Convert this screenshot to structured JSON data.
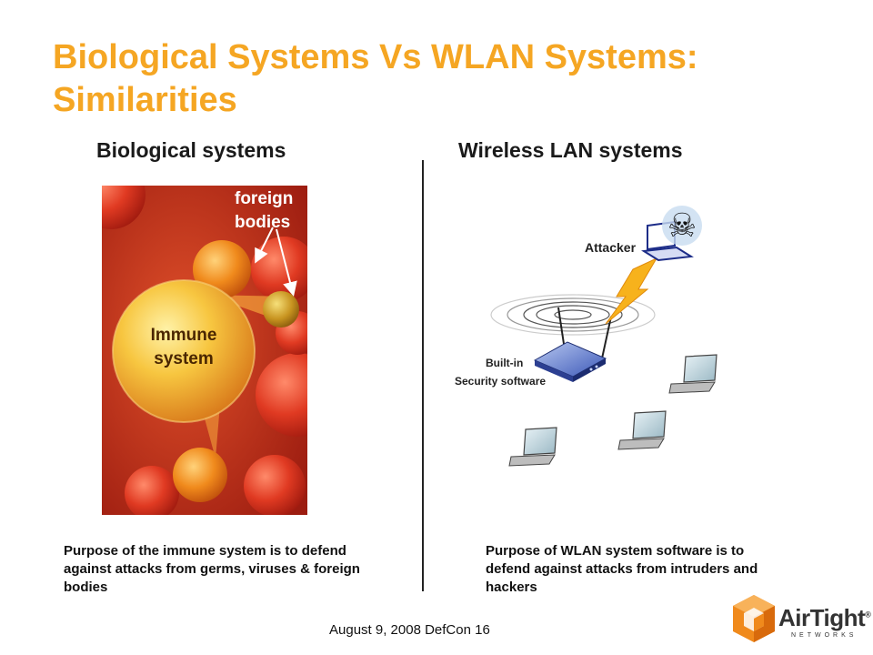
{
  "slide": {
    "title": "Biological Systems Vs WLAN Systems: Similarities",
    "left_heading": "Biological systems",
    "right_heading": "Wireless LAN systems",
    "foreign_bodies_label": "foreign\nbodies",
    "immune_label": "Immune\nsystem",
    "attacker_label": "Attacker",
    "builtin_label": "Built-in",
    "security_label": "Security software",
    "left_description": "Purpose of the immune system is to defend against attacks from germs, viruses & foreign bodies",
    "right_description": "Purpose of WLAN system software is to defend against attacks from intruders and hackers",
    "footer": "August 9, 2008 DefCon 16"
  },
  "logo": {
    "name": "AirTight",
    "registered": "®",
    "sub": "NETWORKS"
  },
  "colors": {
    "title": "#f5a623",
    "blood_bg": "#c8341c",
    "logo_orange": "#f08a1c"
  },
  "icons": [
    "skull-crossbones-icon",
    "lightning-bolt-icon",
    "router-icon",
    "laptop-icon",
    "antenna-icon"
  ]
}
